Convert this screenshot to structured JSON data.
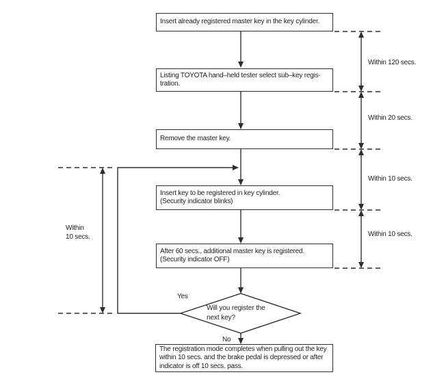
{
  "colors": {
    "background": "#ffffff",
    "line": "#2e2e2e",
    "text": "#1c1c1c"
  },
  "flowchart": {
    "steps": [
      {
        "lines": [
          "Insert already registered master key in the key cylinder."
        ]
      },
      {
        "lines": [
          "Listing TOYOTA hand–held tester select sub–key regis-",
          "tration."
        ]
      },
      {
        "lines": [
          "Remove the master key."
        ]
      },
      {
        "lines": [
          "Insert key to be registered in key cylinder.",
          "(Security indicator blinks)"
        ]
      },
      {
        "lines": [
          "After 60 secs., additional master key is registered.",
          "(Security indicator OFF)"
        ]
      },
      {
        "lines": [
          "The registration mode completes when pulling out the key",
          "within 10 secs. and the brake pedal is depressed or after",
          "indicator is off 10 secs. pass."
        ]
      }
    ],
    "decision": {
      "lines": [
        "Will you register the",
        "next key?"
      ]
    },
    "branches": {
      "yes": "Yes",
      "no": "No"
    },
    "timing_right": [
      "Within 120 secs.",
      "Within 20 secs.",
      "Within 10 secs.",
      "Within 10 secs."
    ],
    "timing_left": {
      "line1": "Within",
      "line2": "10 secs."
    }
  }
}
